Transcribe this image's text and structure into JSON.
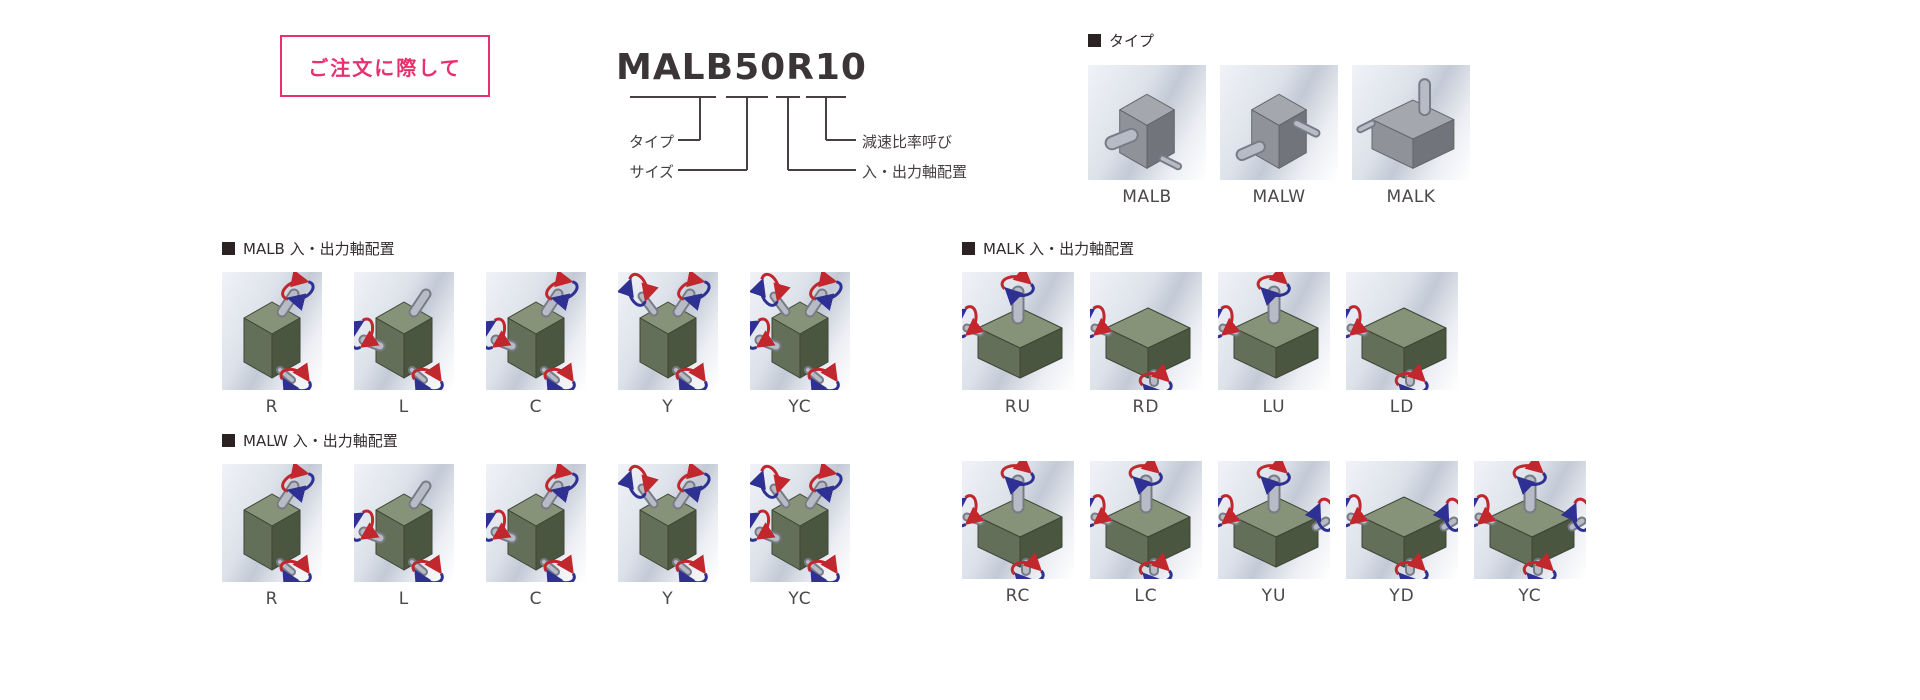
{
  "order_box": {
    "label": "ご注文に際して"
  },
  "model_diagram": {
    "model_number": "MALB50R10",
    "callouts": [
      {
        "label": "タイプ"
      },
      {
        "label": "サイズ"
      },
      {
        "label": "減速比率呼び"
      },
      {
        "label": "入・出力軸配置"
      }
    ]
  },
  "type_section": {
    "title": "タイプ",
    "items": [
      {
        "label": "MALB",
        "icon": "gearbox-malb-icon"
      },
      {
        "label": "MALW",
        "icon": "gearbox-malw-icon"
      },
      {
        "label": "MALK",
        "icon": "gearbox-malk-icon"
      }
    ]
  },
  "malb_section": {
    "title": "MALB 入・出力軸配置",
    "items": [
      {
        "label": "R",
        "icon": "malb-r-icon"
      },
      {
        "label": "L",
        "icon": "malb-l-icon"
      },
      {
        "label": "C",
        "icon": "malb-c-icon"
      },
      {
        "label": "Y",
        "icon": "malb-y-icon"
      },
      {
        "label": "YC",
        "icon": "malb-yc-icon"
      }
    ]
  },
  "malw_section": {
    "title": "MALW 入・出力軸配置",
    "items": [
      {
        "label": "R",
        "icon": "malw-r-icon"
      },
      {
        "label": "L",
        "icon": "malw-l-icon"
      },
      {
        "label": "C",
        "icon": "malw-c-icon"
      },
      {
        "label": "Y",
        "icon": "malw-y-icon"
      },
      {
        "label": "YC",
        "icon": "malw-yc-icon"
      }
    ]
  },
  "malk_section": {
    "title": "MALK 入・出力軸配置",
    "rows": [
      [
        {
          "label": "RU",
          "icon": "malk-ru-icon"
        },
        {
          "label": "RD",
          "icon": "malk-rd-icon"
        },
        {
          "label": "LU",
          "icon": "malk-lu-icon"
        },
        {
          "label": "LD",
          "icon": "malk-ld-icon"
        }
      ],
      [
        {
          "label": "RC",
          "icon": "malk-rc-icon"
        },
        {
          "label": "LC",
          "icon": "malk-lc-icon"
        },
        {
          "label": "YU",
          "icon": "malk-yu-icon"
        },
        {
          "label": "YD",
          "icon": "malk-yd-icon"
        },
        {
          "label": "YC",
          "icon": "malk-yc-icon"
        }
      ]
    ]
  },
  "colors": {
    "accent_pink": "#e7316d",
    "arrow_red": "#c1272d",
    "arrow_blue": "#2e3192",
    "gearbox_green": "#61705a",
    "gearbox_gray": "#8f9298"
  }
}
